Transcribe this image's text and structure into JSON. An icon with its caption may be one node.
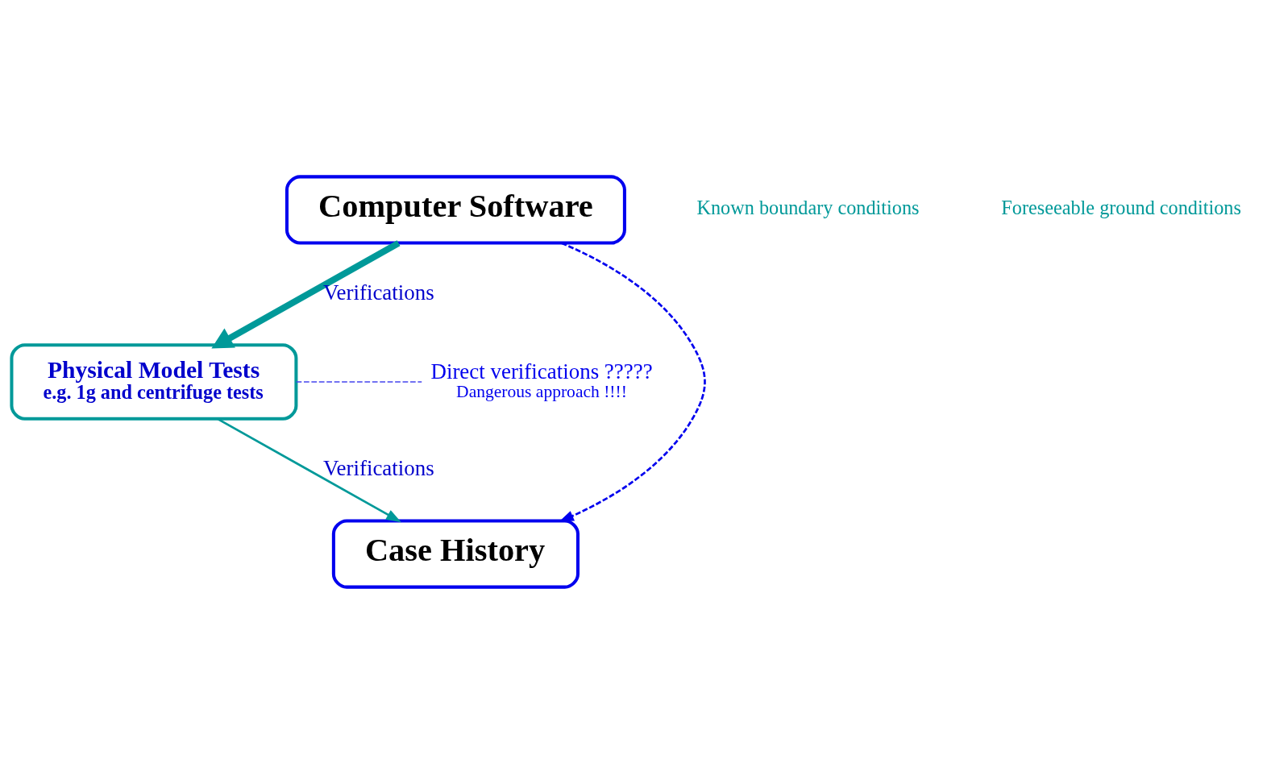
{
  "diagram": {
    "nodes": [
      {
        "text": [
          "Computer Software"
        ]
      },
      {
        "text": [
          "Physical Model Tests",
          "e.g. 1g and centrifuge tests"
        ]
      },
      {
        "text": [
          "Case History"
        ]
      },
      {
        "text": [
          "Direct verifications ?????",
          "Dangerous approach !!!!"
        ]
      }
    ],
    "edges": [
      {
        "from": 0,
        "to": 1,
        "arrow": "to",
        "label": "Verifications",
        "style": "thick",
        "color": "#009999"
      },
      {
        "from": 1,
        "to": 2,
        "arrow": "to",
        "label": "Verifications",
        "color": "#009999"
      },
      {
        "from": 0,
        "to": 2,
        "arrow": "to",
        "style": "dashed",
        "color": "#0000ee"
      },
      {
        "from": 1,
        "to": 3,
        "arrow": "none",
        "style": "dashed",
        "color": "#4444ee"
      }
    ],
    "labels": [
      "Known boundary conditions",
      "Foreseeable ground conditions"
    ]
  }
}
